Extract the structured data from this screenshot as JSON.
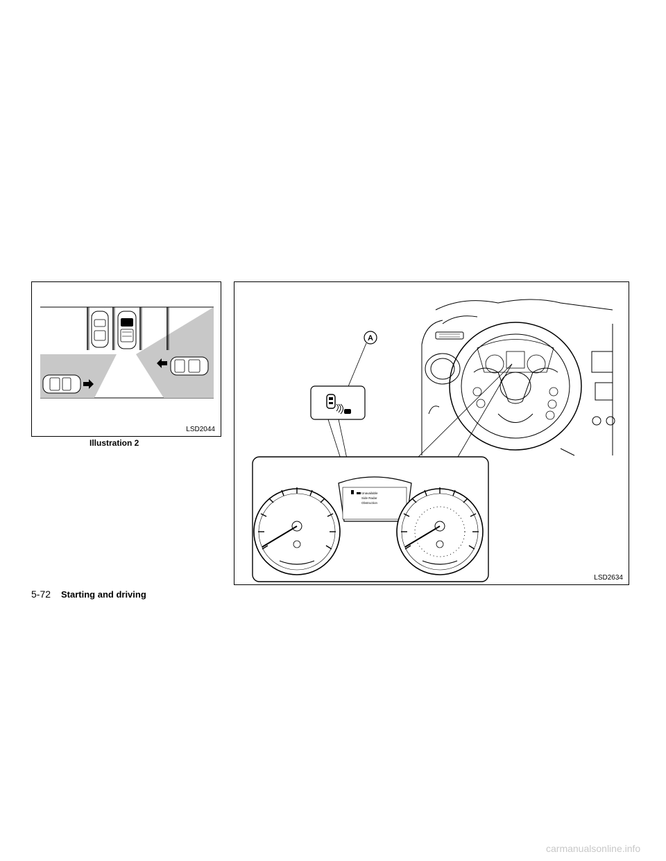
{
  "figure1": {
    "code": "LSD2044",
    "caption": "Illustration 2"
  },
  "figure2": {
    "code": "LSD2634",
    "callout": "A",
    "display_lines": [
      "Unavailable",
      "Side Radar",
      "Obstruction"
    ]
  },
  "footer": {
    "page_number": "5-72",
    "section_title": "Starting and driving"
  },
  "watermark": "carmanualsonline.info",
  "icons": [
    "blind-spot-warning-icon",
    "arrow-right-icon",
    "arrow-left-icon"
  ]
}
